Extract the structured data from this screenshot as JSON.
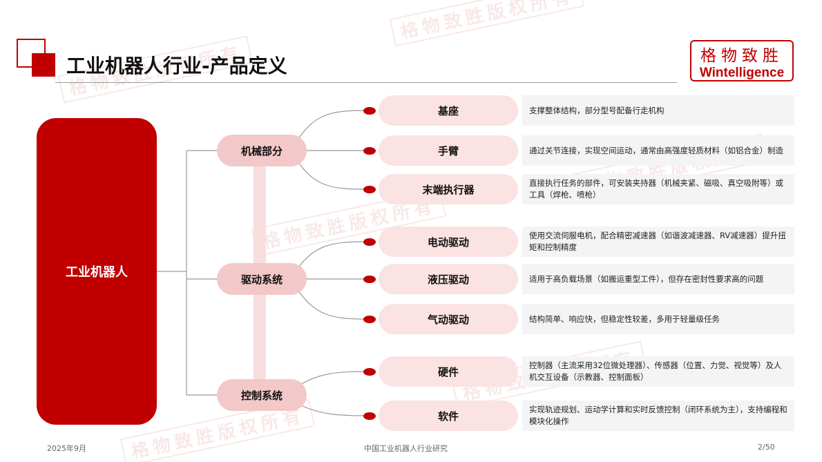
{
  "page": {
    "title": "工业机器人行业-产品定义",
    "date": "2025年9月",
    "subtitle": "中国工业机器人行业研究",
    "page_number": "2/50"
  },
  "logo": {
    "cn": "格物致胜",
    "en": "Wintelligence"
  },
  "watermark": "格物致胜版权所有",
  "diagram": {
    "root": "工业机器人",
    "categories": [
      {
        "label": "机械部分",
        "items": [
          {
            "label": "基座",
            "desc": "支撑整体结构，部分型号配备行走机构"
          },
          {
            "label": "手臂",
            "desc": "通过关节连接，实现空间运动，通常由高强度轻质材料（如铝合金）制造"
          },
          {
            "label": "末端执行器",
            "desc": "直接执行任务的部件，可安装夹持器（机械夹紧、磁吸、真空吸附等）或工具（焊枪、喷枪）"
          }
        ]
      },
      {
        "label": "驱动系统",
        "items": [
          {
            "label": "电动驱动",
            "desc": "使用交流伺服电机，配合精密减速器（如谐波减速器、RV减速器）提升扭矩和控制精度"
          },
          {
            "label": "液压驱动",
            "desc": "适用于高负载场景（如搬运重型工件），但存在密封性要求高的问题"
          },
          {
            "label": "气动驱动",
            "desc": "结构简单、响应快，但稳定性较差，多用于轻量级任务"
          }
        ]
      },
      {
        "label": "控制系统",
        "items": [
          {
            "label": "硬件",
            "desc": "控制器（主流采用32位微处理器）、传感器（位置、力觉、视觉等）及人机交互设备（示教器、控制面板）"
          },
          {
            "label": "软件",
            "desc": "实现轨迹规划、运动学计算和实时反馈控制（闭环系统为主），支持编程和模块化操作"
          }
        ]
      }
    ]
  }
}
